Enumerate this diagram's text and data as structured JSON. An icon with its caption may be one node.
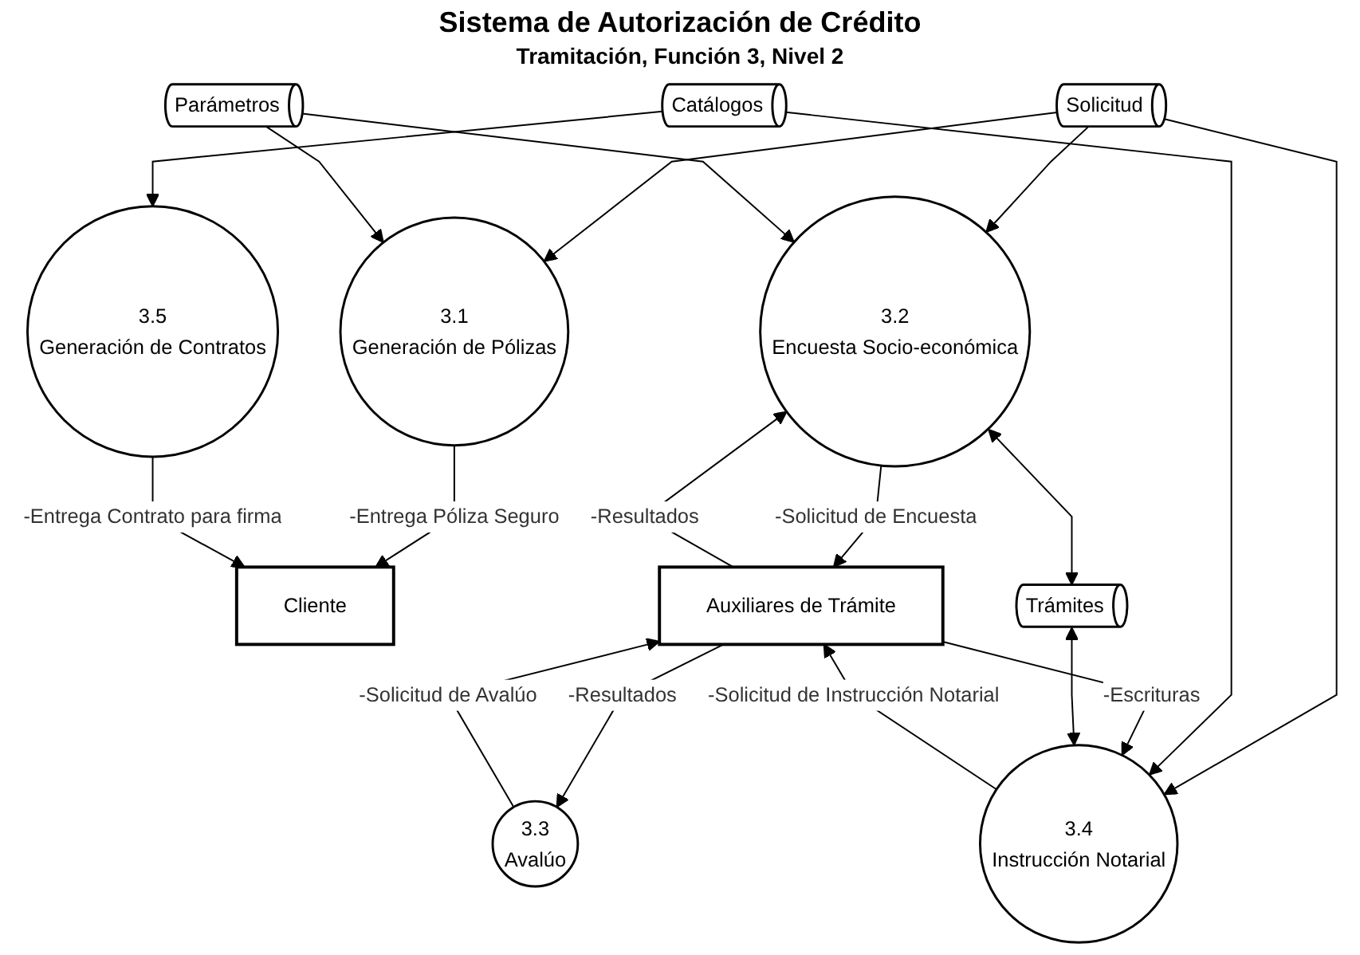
{
  "diagram": {
    "title": "Sistema de Autorización de Crédito",
    "nodes": [
      {
        "text": [
          "3.1",
          "Generación de Pólizas"
        ]
      },
      {
        "text": [
          "Cliente"
        ]
      },
      {
        "text": [
          "3.5",
          "Generación de Contratos"
        ]
      },
      {
        "text": [
          "Solicitud"
        ]
      },
      {
        "text": [
          "Parámetros"
        ]
      },
      {
        "text": [
          "3.3",
          "Avalúo"
        ]
      },
      {
        "text": [
          "Catálogos"
        ]
      },
      {
        "text": [
          "Auxiliares de Trámite"
        ]
      },
      {
        "text": [
          "3.2",
          "Encuesta Socio-económica"
        ]
      },
      {
        "text": [
          "3.4",
          "Instrucción Notarial"
        ]
      },
      {
        "text": [
          "Trámites"
        ]
      }
    ],
    "edges": [
      {
        "from": 0,
        "to": 1,
        "arrow": "to",
        "label": "-Entrega Póliza Seguro"
      },
      {
        "from": 2,
        "to": 1,
        "arrow": "to",
        "label": "-Entrega Contrato para firma"
      },
      {
        "from": 3,
        "to": 0,
        "arrow": "to"
      },
      {
        "from": 3,
        "to": 8,
        "arrow": "to"
      },
      {
        "from": 4,
        "to": 0,
        "arrow": "to"
      },
      {
        "from": 4,
        "to": 8,
        "arrow": "to"
      },
      {
        "from": 3,
        "to": 9,
        "arrow": "to"
      },
      {
        "from": 6,
        "to": 2,
        "arrow": "to"
      },
      {
        "from": 6,
        "to": 9,
        "arrow": "to"
      },
      {
        "from": 8,
        "to": 7,
        "arrow": "to",
        "label": "-Solicitud de Encuesta"
      },
      {
        "from": 7,
        "to": 8,
        "arrow": "to",
        "label": "-Resultados"
      },
      {
        "from": 7,
        "to": 5,
        "arrow": "to",
        "label": "-Resultados"
      },
      {
        "from": 5,
        "to": 7,
        "arrow": "to",
        "label": "-Solicitud de Avalúo"
      },
      {
        "from": 7,
        "to": 9,
        "arrow": "to",
        "label": "-Escrituras"
      },
      {
        "from": 9,
        "to": 7,
        "arrow": "to",
        "label": "-Solicitud de Instrucción Notarial"
      },
      {
        "from": 8,
        "to": 10,
        "arrow": "both"
      },
      {
        "from": 10,
        "to": 9,
        "arrow": "both"
      }
    ],
    "labels": [
      "Tramitación, Función 3, Nivel 2"
    ]
  }
}
